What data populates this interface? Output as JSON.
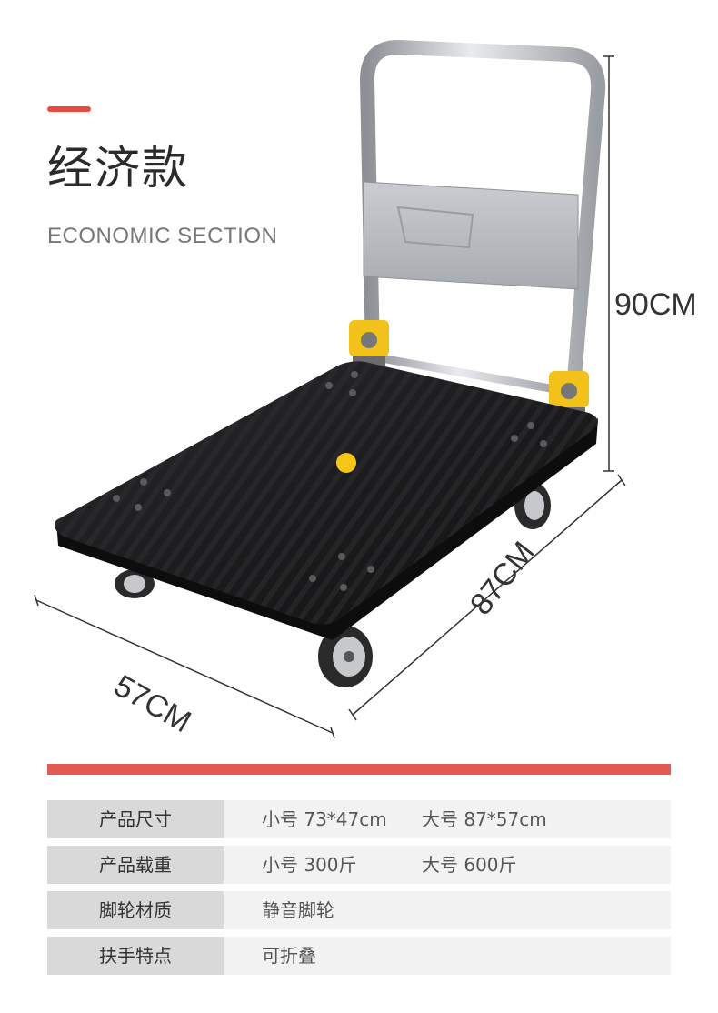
{
  "header": {
    "title": "经济款",
    "subtitle": "ECONOMIC SECTION",
    "accent_color": "#e94b43"
  },
  "product": {
    "name": "folding-platform-trolley",
    "dimensions": {
      "height": "90CM",
      "length": "87CM",
      "width": "57CM"
    }
  },
  "specs": [
    {
      "key": "产品尺寸",
      "value": "小号 73*47cm",
      "value2": "大号 87*57cm"
    },
    {
      "key": "产品载重",
      "value": "小号 300斤",
      "value2": "大号 600斤"
    },
    {
      "key": "脚轮材质",
      "value": "静音脚轮",
      "value2": ""
    },
    {
      "key": "扶手特点",
      "value": "可折叠",
      "value2": ""
    }
  ]
}
